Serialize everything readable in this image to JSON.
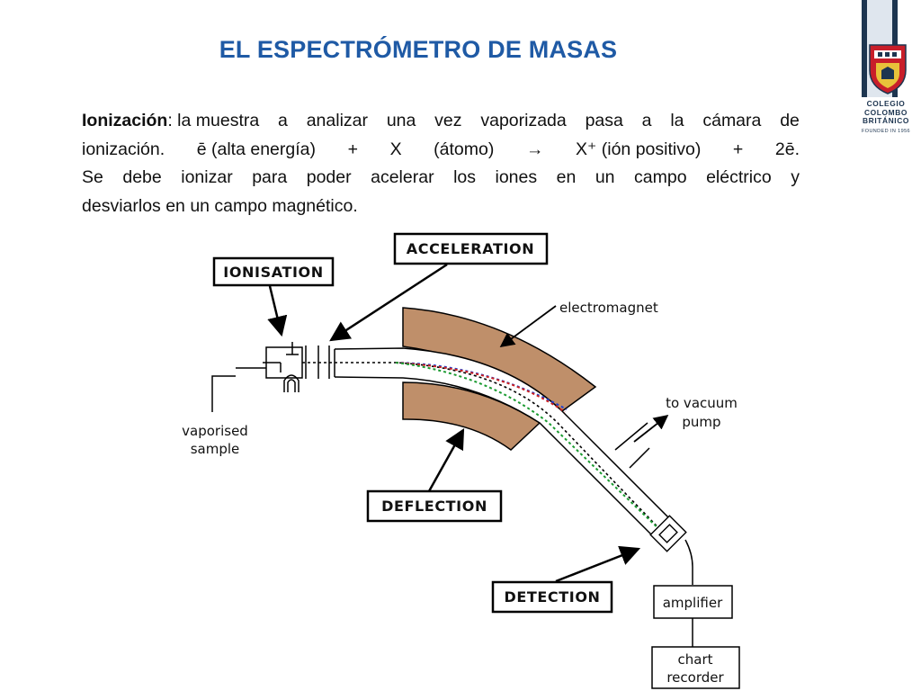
{
  "title": "EL ESPECTRÓMETRO DE MASAS",
  "paragraph": {
    "term": "Ionización",
    "line1": [
      ": la muestra",
      "a",
      "analizar",
      "una",
      "vez",
      "vaporizada",
      "pasa",
      "a",
      "la",
      "cámara",
      "de"
    ],
    "line2": [
      "ionización.",
      "ē (alta energía)",
      "+",
      "X",
      "(átomo)",
      "→",
      "X⁺ (ión positivo)",
      "+",
      "2ē."
    ],
    "line3": [
      "Se",
      "debe",
      "ionizar",
      "para",
      "poder",
      "acelerar",
      "los",
      "iones",
      "en",
      "un",
      "campo",
      "eléctrico",
      "y"
    ],
    "line4": "desviarlos en un campo magnético."
  },
  "logo": {
    "line1": "COLEGIO",
    "line2": "COLOMBO",
    "line3": "BRITÁNICO",
    "founded": "FOUNDED IN 1956"
  },
  "diagram": {
    "stages": {
      "ionisation": "IONISATION",
      "acceleration": "ACCELERATION",
      "deflection": "DEFLECTION",
      "detection": "DETECTION"
    },
    "labels": {
      "electromagnet": "electromagnet",
      "vaporised_1": "vaporised",
      "vaporised_2": "sample",
      "vacuum_1": "to vacuum",
      "vacuum_2": "pump",
      "amplifier": "amplifier",
      "chart_1": "chart",
      "chart_2": "recorder"
    },
    "colors": {
      "magnet": "#bf8f6a",
      "title": "#1f5aa5",
      "beam_blue": "#2040d0",
      "beam_red": "#cc2020",
      "beam_green": "#1a9a30",
      "brand": "#1d3550"
    }
  }
}
